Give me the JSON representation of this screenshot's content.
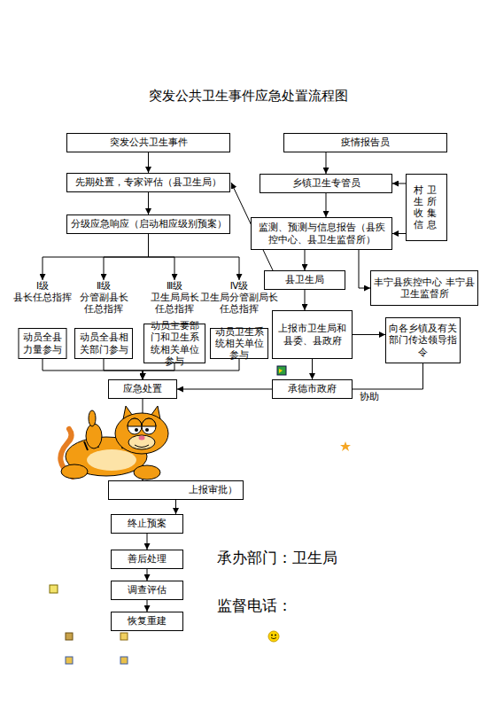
{
  "diagram": {
    "title": "突发公共卫生事件应急处置流程图",
    "nodes": [
      {
        "text": [
          "突发公共卫生事件"
        ]
      },
      {
        "text": [
          "疫情报告员"
        ]
      },
      {
        "text": [
          "先期处置，专家评估（县卫生局）"
        ]
      },
      {
        "text": [
          "乡镇卫生专管员"
        ]
      },
      {
        "text": [
          "村卫生所收集信息"
        ]
      },
      {
        "text": [
          "分级应急响应（启动相应级别预案）"
        ]
      },
      {
        "text": [
          "监测、预测与信息报告（县疾控中心、县卫生监督所）"
        ]
      },
      {
        "text": [
          "县卫生局"
        ]
      },
      {
        "text": [
          "丰宁县疾控中心 丰宁县卫生监督所"
        ]
      },
      {
        "text": [
          "Ⅰ级 县长任总指挥",
          "动员全县力量参与"
        ]
      },
      {
        "text": [
          "Ⅱ级 分管副县长 任总指挥",
          "动员全县相关部门参与"
        ]
      },
      {
        "text": [
          "Ⅲ级 卫生局局长 任总指挥",
          "动员主要部门和卫生系统相关单位参与"
        ]
      },
      {
        "text": [
          "Ⅳ级 卫生局分管副局长 任总指挥",
          "动员卫生系统相关单位参与"
        ]
      },
      {
        "text": [
          "上报市卫生局和县委、县政府"
        ]
      },
      {
        "text": [
          "向各乡镇及有关部门传达领导指令"
        ]
      },
      {
        "text": [
          "承德市政府"
        ]
      },
      {
        "text": [
          "应急处置"
        ]
      },
      {
        "text": [
          "上报审批）"
        ]
      },
      {
        "text": [
          "终止预案"
        ]
      },
      {
        "text": [
          "善后处理"
        ]
      },
      {
        "text": [
          "调查评估"
        ]
      },
      {
        "text": [
          "恢复重建"
        ]
      }
    ],
    "edges": [
      {
        "from": 0,
        "to": 2,
        "arrow": "to"
      },
      {
        "from": 2,
        "to": 5,
        "arrow": "to"
      },
      {
        "from": 5,
        "to": 9,
        "arrow": "to"
      },
      {
        "from": 5,
        "to": 10,
        "arrow": "to"
      },
      {
        "from": 5,
        "to": 11,
        "arrow": "to"
      },
      {
        "from": 5,
        "to": 12,
        "arrow": "to"
      },
      {
        "from": 9,
        "to": 16,
        "arrow": "to"
      },
      {
        "from": 10,
        "to": 16,
        "arrow": "to"
      },
      {
        "from": 11,
        "to": 16,
        "arrow": "to"
      },
      {
        "from": 12,
        "to": 16,
        "arrow": "to"
      },
      {
        "from": 1,
        "to": 3,
        "arrow": "to"
      },
      {
        "from": 4,
        "to": 3,
        "arrow": "to"
      },
      {
        "from": 3,
        "to": 6,
        "arrow": "to"
      },
      {
        "from": 4,
        "to": 6,
        "arrow": "to"
      },
      {
        "from": 6,
        "to": 7,
        "arrow": "to"
      },
      {
        "from": 6,
        "to": 8,
        "arrow": "to"
      },
      {
        "from": 7,
        "to": 2,
        "arrow": "to"
      },
      {
        "from": 7,
        "to": 13,
        "arrow": "to"
      },
      {
        "from": 13,
        "to": 14,
        "arrow": "to"
      },
      {
        "from": 13,
        "to": 15,
        "arrow": "to"
      },
      {
        "from": 14,
        "to": 16,
        "label": "协助",
        "arrow": "to"
      },
      {
        "from": 16,
        "to": 17,
        "arrow": "to"
      },
      {
        "from": 17,
        "to": 18,
        "arrow": "to"
      },
      {
        "from": 18,
        "to": 19,
        "arrow": "to"
      },
      {
        "from": 19,
        "to": 20,
        "arrow": "to"
      },
      {
        "from": 20,
        "to": 21,
        "arrow": "to"
      }
    ],
    "labels": [
      "承办部门：卫生局",
      "监督电话："
    ]
  }
}
